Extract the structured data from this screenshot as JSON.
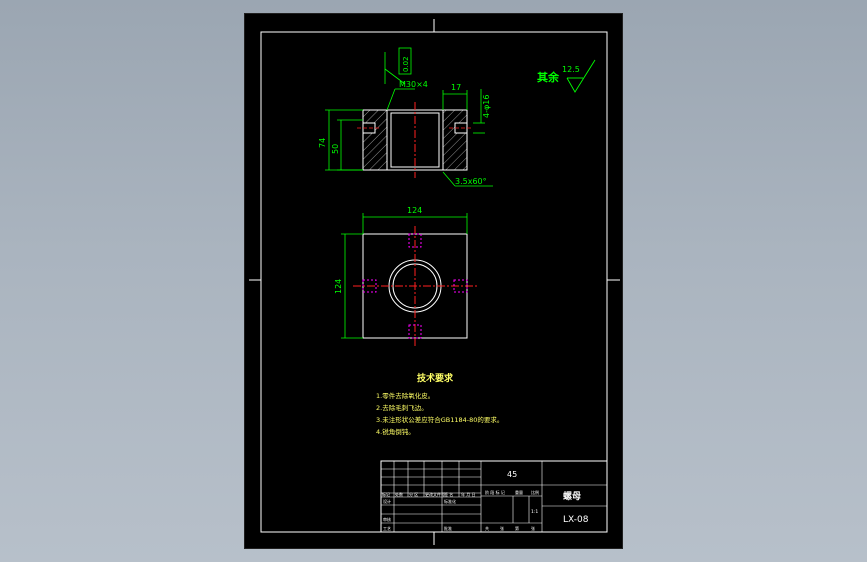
{
  "colors": {
    "background": "#b0bac5",
    "sheet": "#000000",
    "outline": "#ffffff",
    "dimension": "#00ff00",
    "center_line": "#ff2020",
    "hidden_line": "#ff00ff",
    "hatch": "#bbbbbb",
    "tech_text": "#ffff66"
  },
  "section_view": {
    "thread_label": "M30×4",
    "chamfer_label": "3.5x60°",
    "dim_top_small": "17",
    "dim_holes": "4-φ16",
    "dim_height_outer": "74",
    "dim_height_inner": "50",
    "flatness_value": "0.02"
  },
  "roughness": {
    "label": "其余",
    "value": "12.5"
  },
  "plan_view": {
    "dim_width": "124",
    "dim_height": "124"
  },
  "tech_requirements": {
    "title": "技术要求",
    "items": [
      "1.零件去除氧化皮。",
      "2.去除毛刺飞边。",
      "3.未注形状公差应符合GB1184-80的要求。",
      "4.锐角倒钝。"
    ]
  },
  "title_block": {
    "material": "45",
    "part_name": "螺母",
    "drawing_number": "LX-08",
    "scale": "1:1",
    "header_cells": [
      "标记",
      "处数",
      "分 区",
      "更改文件号",
      "签 名",
      "年 月 日"
    ],
    "row_labels": [
      "设计",
      "审核",
      "工艺",
      "标准化",
      "批准"
    ],
    "stage_labels": [
      "阶 段 标 记",
      "重量",
      "比例"
    ],
    "sheet_labels": [
      "共",
      "张",
      "第",
      "张"
    ]
  }
}
